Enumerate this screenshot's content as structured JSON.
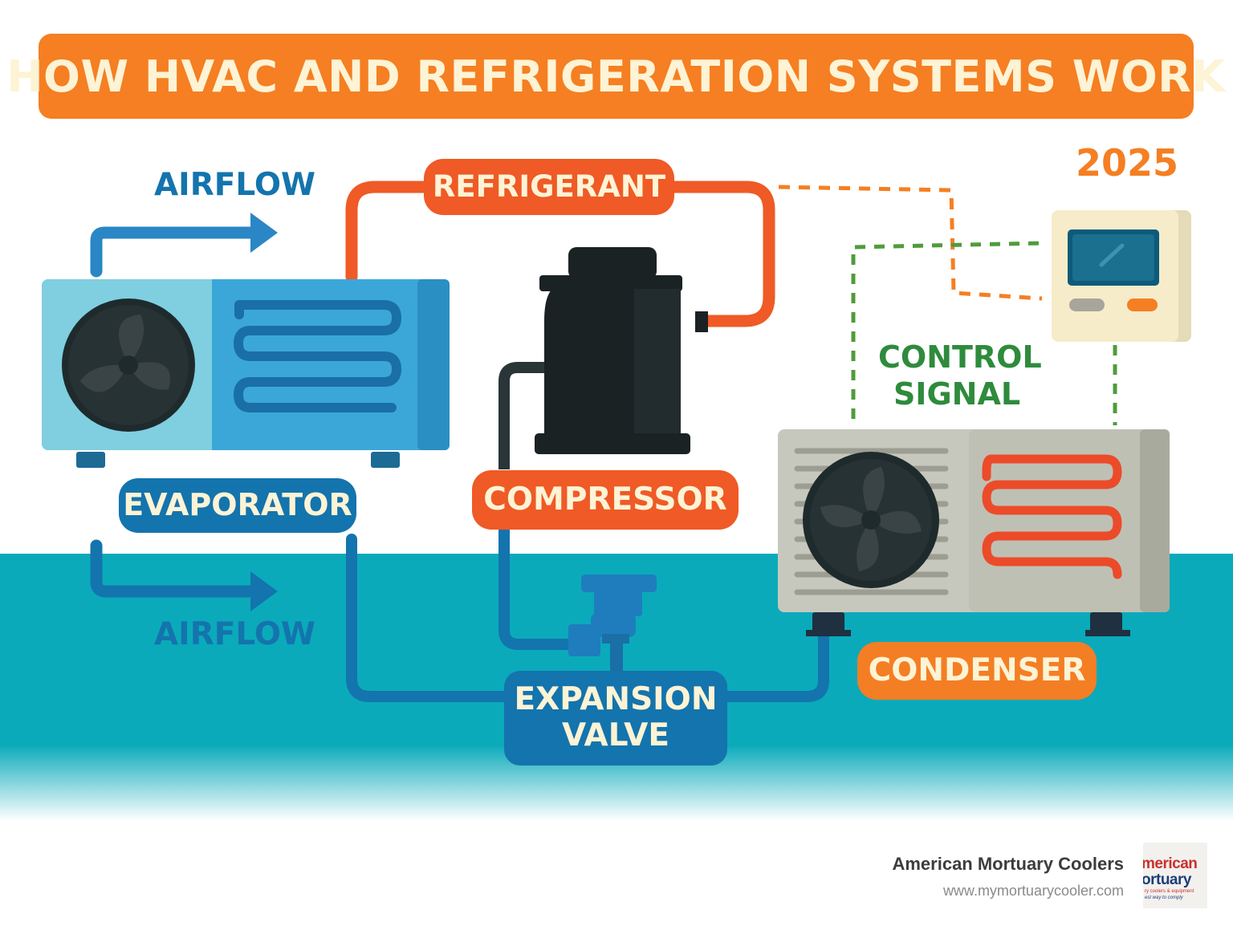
{
  "title": "HOW HVAC AND REFRIGERATION SYSTEMS WORK",
  "year": "2025",
  "labels": {
    "refrigerant": "REFRIGERANT",
    "airflow_top": "AIRFLOW",
    "airflow_bottom": "AIRFLOW",
    "evaporator": "EVAPORATOR",
    "compressor": "COMPRESSOR",
    "control_signal_line1": "CONTROL",
    "control_signal_line2": "SIGNAL",
    "expansion_valve_line1": "EXPANSION",
    "expansion_valve_line2": "VALVE",
    "condenser": "CONDENSER"
  },
  "branding": {
    "company": "American Mortuary Coolers",
    "url": "www.mymortuarycooler.com",
    "logo_line1_a": "merican",
    "logo_line2": "ortuary",
    "logo_line3": "ry coolers & equipment",
    "logo_line4": "est way to comply"
  },
  "colors": {
    "title_bg": "#f57f22",
    "title_text": "#fdf3d5",
    "orange": "#ef5a26",
    "orange_pill": "#f47e24",
    "blue_dark": "#1474ad",
    "blue_mid": "#1f8ac8",
    "teal": "#0aaabb",
    "green": "#2e8b3c",
    "year": "#f57f22",
    "evap_light": "#7fcfe0",
    "evap_body": "#3ba7d9",
    "condenser_body": "#c7c8bd",
    "thermostat_bg": "#f6ecc9",
    "dark_unit": "#222a2c"
  },
  "icons": [
    "fan-icon",
    "coil-icon",
    "compressor-icon",
    "thermostat-icon",
    "valve-icon",
    "arrow-right-icon"
  ]
}
